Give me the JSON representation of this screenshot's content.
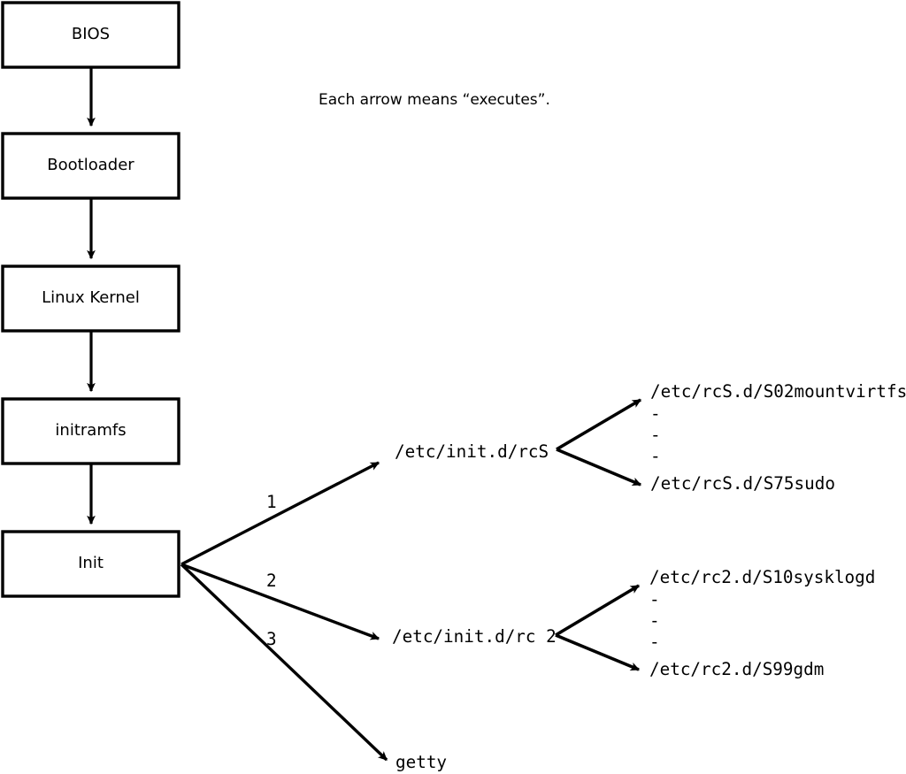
{
  "diagram": {
    "title_note": "Each arrow means “executes”.",
    "stroke_color": "#000000",
    "background_color": "#ffffff",
    "boot_chain": [
      {
        "id": "bios",
        "label": "BIOS"
      },
      {
        "id": "bootloader",
        "label": "Bootloader"
      },
      {
        "id": "linux-kernel",
        "label": "Linux Kernel"
      },
      {
        "id": "initramfs",
        "label": "initramfs"
      },
      {
        "id": "init",
        "label": "Init"
      }
    ],
    "init_branches": [
      {
        "number": "1",
        "target": "/etc/init.d/rcS"
      },
      {
        "number": "2",
        "target": "/etc/init.d/rc 2"
      },
      {
        "number": "3",
        "target": "getty"
      }
    ],
    "rcs_scripts": {
      "parent": "/etc/init.d/rcS",
      "first": "/etc/rcS.d/S02mountvirtfs",
      "ellipsis": [
        "-",
        "-",
        "-"
      ],
      "last": "/etc/rcS.d/S75sudo"
    },
    "rc2_scripts": {
      "parent": "/etc/init.d/rc 2",
      "first": "/etc/rc2.d/S10sysklogd",
      "ellipsis": [
        "-",
        "-",
        "-"
      ],
      "last": "/etc/rc2.d/S99gdm"
    },
    "getty": {
      "label": "getty"
    }
  }
}
